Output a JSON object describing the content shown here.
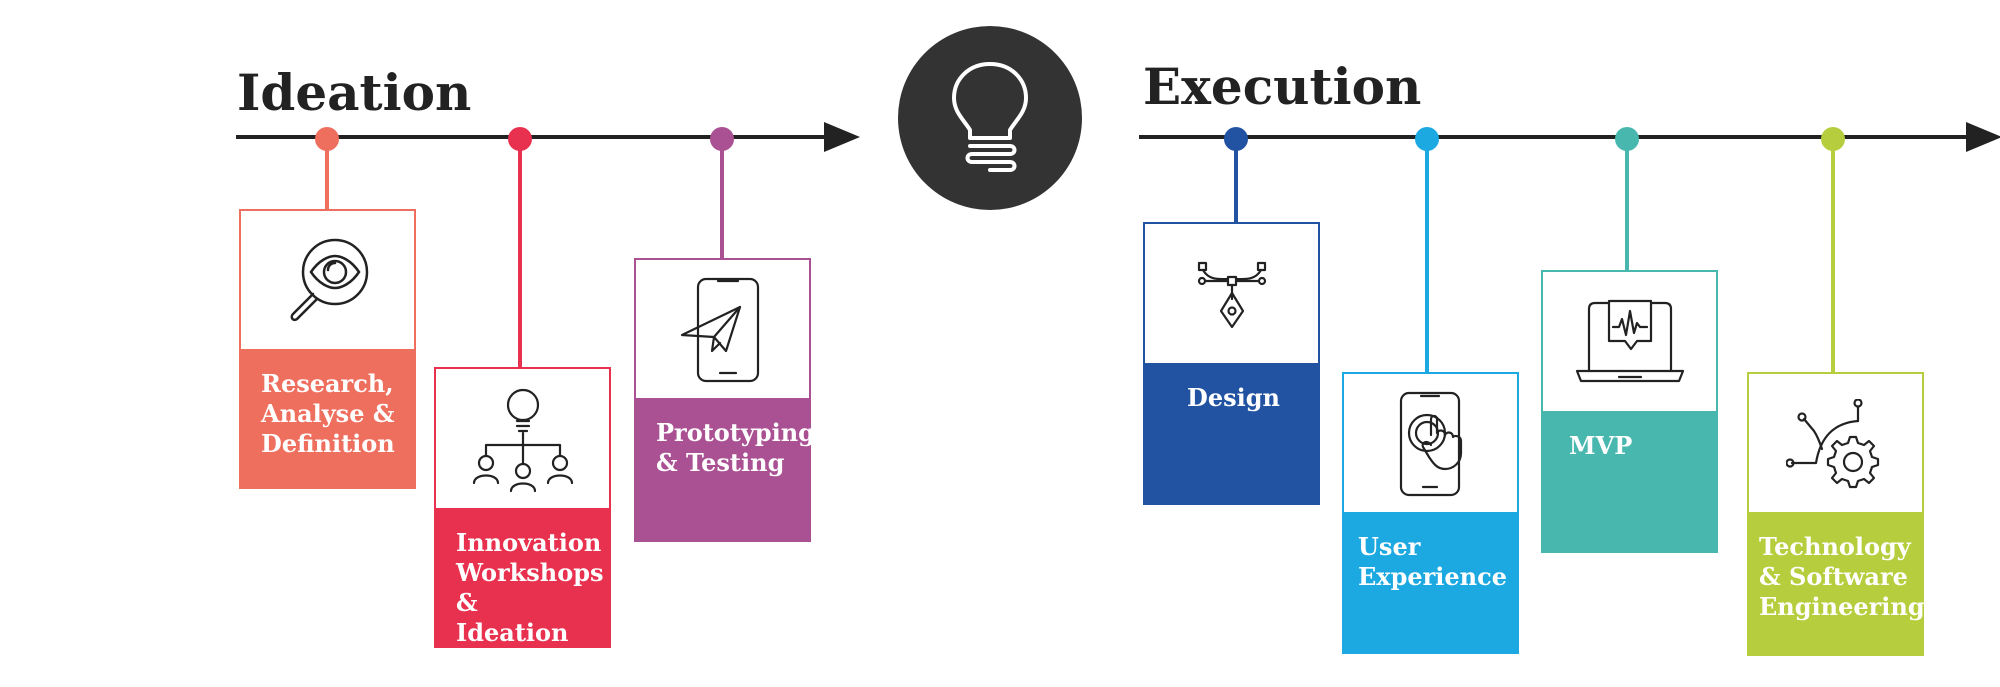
{
  "sections": {
    "ideation": {
      "title": "Ideation",
      "items": [
        {
          "label": "Research,\nAnalyse &\nDefinition",
          "icon": "eye-magnifier-icon",
          "color": "#EF6F5F"
        },
        {
          "label": "Innovation\nWorkshops\n& Ideation",
          "icon": "team-idea-icon",
          "color": "#E8314F"
        },
        {
          "label": "Prototyping\n& Testing",
          "icon": "phone-paper-plane-icon",
          "color": "#AA5193"
        }
      ]
    },
    "execution": {
      "title": "Execution",
      "items": [
        {
          "label": "Design",
          "icon": "pen-tool-bezier-icon",
          "color": "#2153A2"
        },
        {
          "label": "User\nExperience",
          "icon": "phone-touch-icon",
          "color": "#1CA9E1"
        },
        {
          "label": "MVP",
          "icon": "laptop-chat-icon",
          "color": "#48B8AF"
        },
        {
          "label": "Technology\n& Software\nEngineering",
          "icon": "gear-circuit-icon",
          "color": "#B6CE3E"
        }
      ]
    }
  },
  "center_icon": "lightbulb-icon",
  "colors": {
    "axis": "#222222",
    "badge": "#333333",
    "icon_stroke": "#222222"
  }
}
